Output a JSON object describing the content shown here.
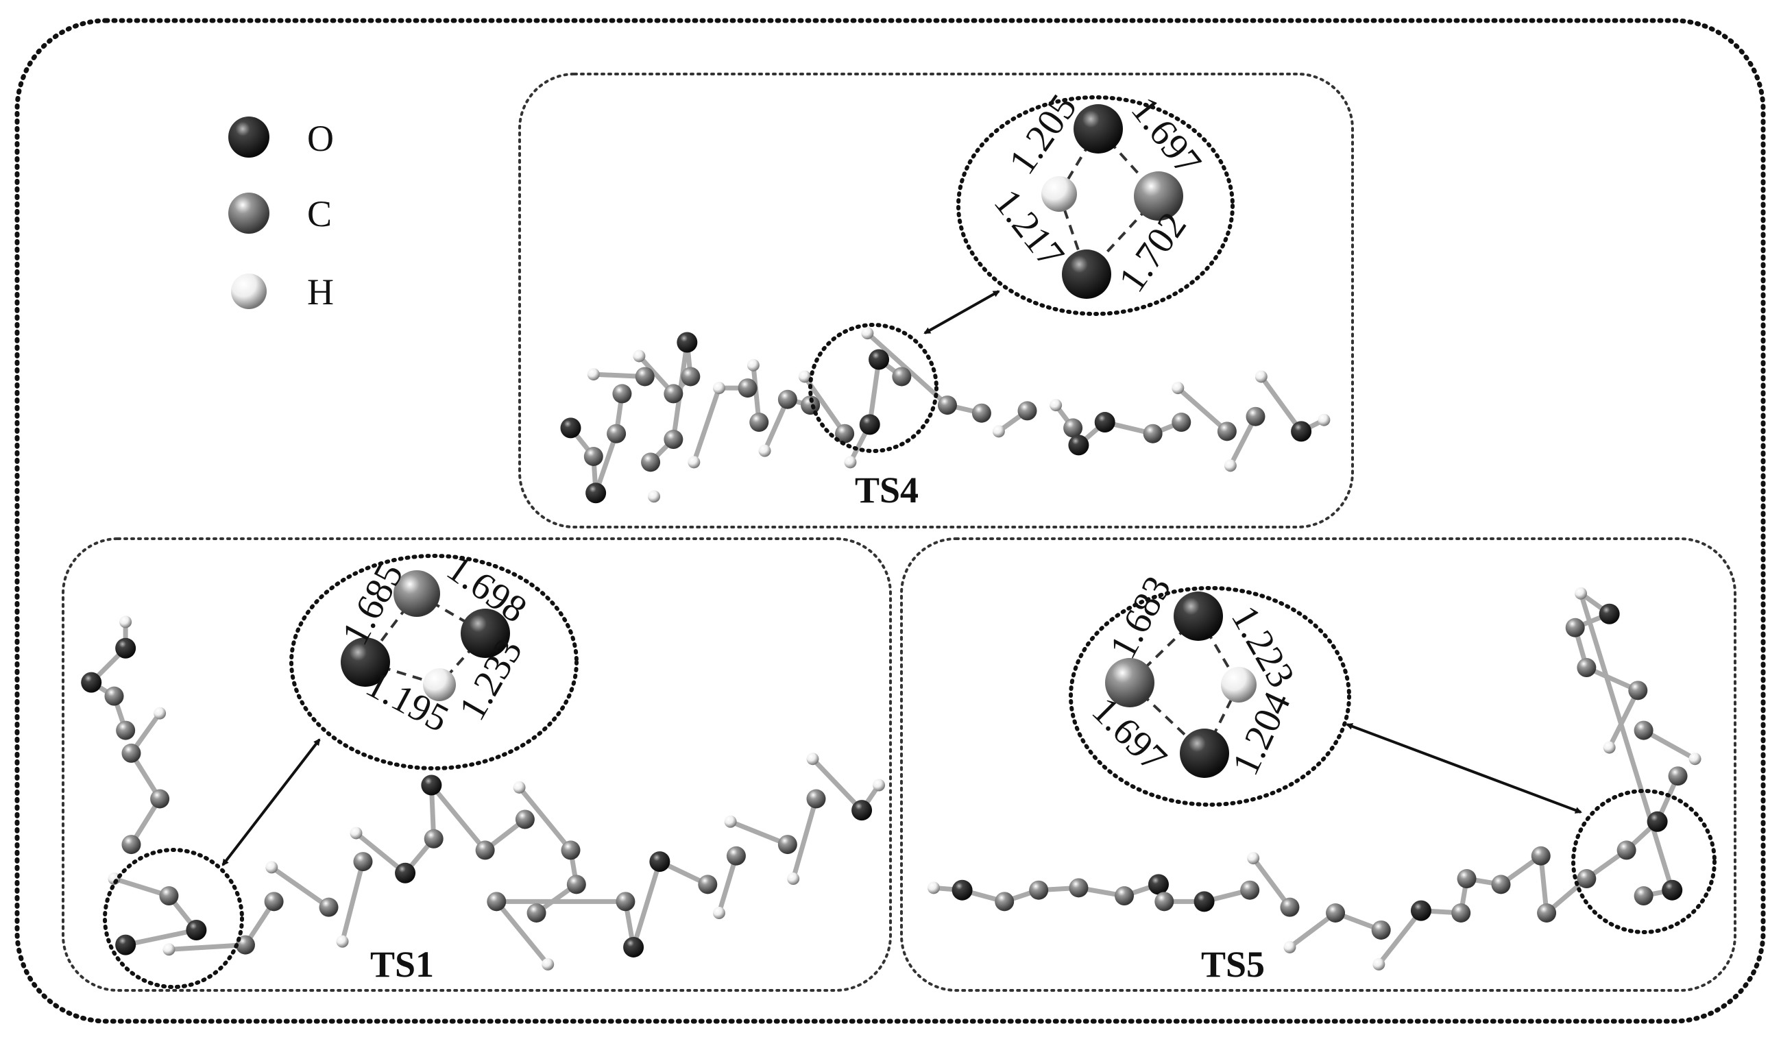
{
  "legend": {
    "items": [
      {
        "symbol": "O",
        "color": "#1a1a1a"
      },
      {
        "symbol": "C",
        "color": "#808080"
      },
      {
        "symbol": "H",
        "color": "#eeeeee"
      }
    ]
  },
  "panels": {
    "ts4": {
      "label": "TS4",
      "distances": [
        "1.205",
        "1.697",
        "1.217",
        "1.702"
      ]
    },
    "ts1": {
      "label": "TS1",
      "distances": [
        "1.685",
        "1.698",
        "1.195",
        "1.233"
      ]
    },
    "ts5": {
      "label": "TS5",
      "distances": [
        "1.683",
        "1.223",
        "1.697",
        "1.204"
      ]
    }
  }
}
